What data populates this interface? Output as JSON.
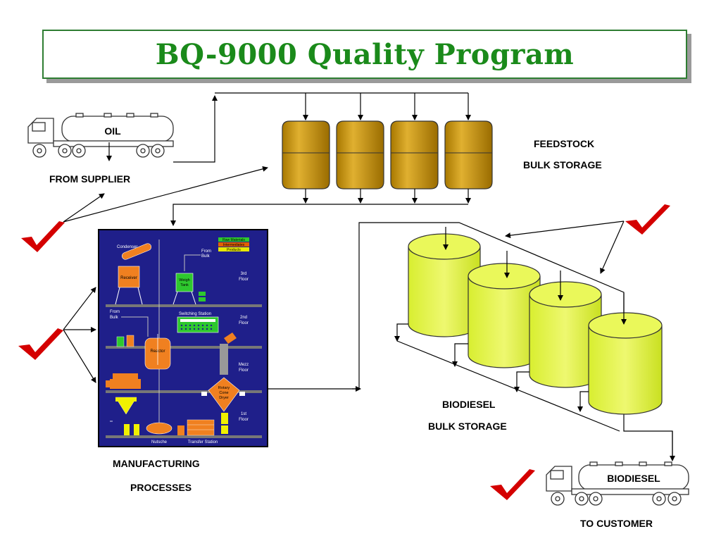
{
  "title": "BQ-9000 Quality Program",
  "oil_truck": {
    "tank_label": "OIL",
    "caption": "FROM SUPPLIER"
  },
  "feedstock": {
    "line1": "FEEDSTOCK",
    "line2": "BULK STORAGE"
  },
  "manufacturing": {
    "line1": "MANUFACTURING",
    "line2": "PROCESSES",
    "plant": {
      "legend": [
        "Raw Materials",
        "Intermediates",
        "Products"
      ],
      "condenser": "Condenser",
      "receiver": "Receiver",
      "from_bulk_top": [
        "From",
        "Bulk"
      ],
      "weigh_tank": [
        "Weigh",
        "Tank"
      ],
      "floor_3": [
        "3rd",
        "Floor"
      ],
      "floor_2": [
        "2nd",
        "Floor"
      ],
      "floor_mezz": [
        "Mezz",
        "Floor"
      ],
      "floor_1": [
        "1st",
        "Floor"
      ],
      "from_bulk_left": [
        "From",
        "Bulk"
      ],
      "switching_station": "Switching Station",
      "reactor": "Reactor",
      "dryer": [
        "Rotary",
        "Cone",
        "Dryer"
      ],
      "nutsche": "Nutsche",
      "transfer_station": "Transfer Station"
    }
  },
  "biodiesel": {
    "line1": "BIODIESEL",
    "line2": "BULK STORAGE"
  },
  "customer_truck": {
    "tank_label": "BIODIESEL",
    "caption": "TO CUSTOMER"
  },
  "colors": {
    "title_green": "#1a8a1a",
    "feed_tank": "#c8960a",
    "bio_tank": "#d9ef3a",
    "plant_bg": "#1f1f8a",
    "check_red": "#d40000"
  }
}
